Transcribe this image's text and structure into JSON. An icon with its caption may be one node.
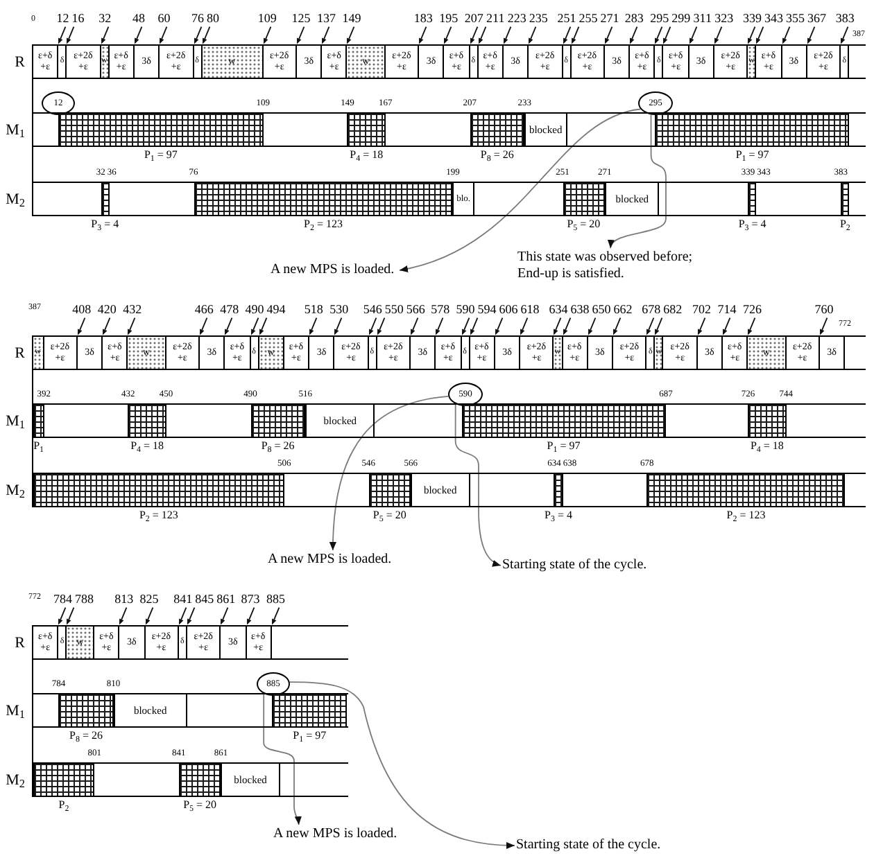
{
  "diagram": {
    "nodes": [
      {
        "text": [
          "R"
        ]
      },
      {
        "text": [
          "ε+δ +ε"
        ],
        "in": 0
      },
      {
        "text": [
          "δ"
        ],
        "in": 0
      },
      {
        "text": [
          "ε+2δ +ε"
        ],
        "in": 0
      },
      {
        "text": [
          "w"
        ],
        "in": 0
      },
      {
        "text": [
          "ε+δ +ε"
        ],
        "in": 0
      },
      {
        "text": [
          "3δ"
        ],
        "in": 0
      },
      {
        "text": [
          "ε+2δ +ε"
        ],
        "in": 0
      },
      {
        "text": [
          "δ"
        ],
        "in": 0
      },
      {
        "text": [
          "w"
        ],
        "in": 0
      },
      {
        "text": [
          "ε+2δ +ε"
        ],
        "in": 0
      },
      {
        "text": [
          "3δ"
        ],
        "in": 0
      },
      {
        "text": [
          "ε+δ +ε"
        ],
        "in": 0
      },
      {
        "text": [
          "w"
        ],
        "in": 0
      },
      {
        "text": [
          "ε+2δ +ε"
        ],
        "in": 0
      },
      {
        "text": [
          "3δ"
        ],
        "in": 0
      },
      {
        "text": [
          "ε+δ +ε"
        ],
        "in": 0
      },
      {
        "text": [
          "δ"
        ],
        "in": 0
      },
      {
        "text": [
          "ε+δ +ε"
        ],
        "in": 0
      },
      {
        "text": [
          "3δ"
        ],
        "in": 0
      },
      {
        "text": [
          "ε+2δ +ε"
        ],
        "in": 0
      },
      {
        "text": [
          "δ"
        ],
        "in": 0
      },
      {
        "text": [
          "ε+2δ +ε"
        ],
        "in": 0
      },
      {
        "text": [
          "3δ"
        ],
        "in": 0
      },
      {
        "text": [
          "ε+δ +ε"
        ],
        "in": 0
      },
      {
        "text": [
          "δ"
        ],
        "in": 0
      },
      {
        "text": [
          "ε+δ +ε"
        ],
        "in": 0
      },
      {
        "text": [
          "3δ"
        ],
        "in": 0
      },
      {
        "text": [
          "ε+2δ +ε"
        ],
        "in": 0
      },
      {
        "text": [
          "w"
        ],
        "in": 0
      },
      {
        "text": [
          "ε+δ +ε"
        ],
        "in": 0
      },
      {
        "text": [
          "3δ"
        ],
        "in": 0
      },
      {
        "text": [
          "ε+2δ +ε"
        ],
        "in": 0
      },
      {
        "text": [
          "δ"
        ],
        "in": 0
      },
      {
        "text": [
          "12"
        ]
      },
      {
        "text": [
          "295"
        ]
      },
      {
        "text": [
          "M$_{1}$"
        ]
      },
      {
        "text": [],
        "shape": "bar",
        "in": 36,
        "beside": [
          "P$_{1}$ = 97"
        ]
      },
      {
        "text": [],
        "shape": "bar",
        "in": 36,
        "beside": [
          "P$_{4}$ = 18"
        ]
      },
      {
        "text": [],
        "shape": "bar",
        "in": 36,
        "beside": [
          "P$_{8}$ = 26"
        ]
      },
      {
        "text": [
          "blocked"
        ],
        "in": 36
      },
      {
        "text": [],
        "shape": "bar",
        "in": 36,
        "beside": [
          "P$_{1}$ = 97"
        ]
      },
      {
        "text": [
          "M$_{2}$"
        ]
      },
      {
        "text": [],
        "shape": "bar",
        "in": 42,
        "beside": [
          "P$_{3}$ = 4"
        ]
      },
      {
        "text": [],
        "shape": "bar",
        "in": 42,
        "beside": [
          "P$_{2}$ = 123"
        ]
      },
      {
        "text": [
          "blo."
        ],
        "in": 42
      },
      {
        "text": [],
        "shape": "bar",
        "in": 42,
        "beside": [
          "P$_{5}$ = 20"
        ]
      },
      {
        "text": [
          "blocked"
        ],
        "in": 42
      },
      {
        "text": [],
        "shape": "bar",
        "in": 42,
        "beside": [
          "P$_{3}$ = 4"
        ]
      },
      {
        "text": [],
        "shape": "bar",
        "in": 42,
        "beside": [
          "P$_{2}$"
        ]
      },
      {
        "text": [
          "A new MPS is loaded."
        ]
      },
      {
        "text": [
          "This state was observed before; End-up is satisfied."
        ]
      },
      {
        "text": [
          "R"
        ]
      },
      {
        "text": [
          "w"
        ],
        "in": 52
      },
      {
        "text": [
          "ε+2δ +ε"
        ],
        "in": 52
      },
      {
        "text": [
          "3δ"
        ],
        "in": 52
      },
      {
        "text": [
          "ε+δ +ε"
        ],
        "in": 52
      },
      {
        "text": [
          "w"
        ],
        "in": 52
      },
      {
        "text": [
          "ε+2δ +ε"
        ],
        "in": 52
      },
      {
        "text": [
          "3δ"
        ],
        "in": 52
      },
      {
        "text": [
          "ε+δ +ε"
        ],
        "in": 52
      },
      {
        "text": [
          "δ"
        ],
        "in": 52
      },
      {
        "text": [
          "w"
        ],
        "in": 52
      },
      {
        "text": [
          "ε+δ +ε"
        ],
        "in": 52
      },
      {
        "text": [
          "3δ"
        ],
        "in": 52
      },
      {
        "text": [
          "ε+2δ +ε"
        ],
        "in": 52
      },
      {
        "text": [
          "δ"
        ],
        "in": 52
      },
      {
        "text": [
          "ε+2δ +ε"
        ],
        "in": 52
      },
      {
        "text": [
          "3δ"
        ],
        "in": 52
      },
      {
        "text": [
          "ε+δ +ε"
        ],
        "in": 52
      },
      {
        "text": [
          "δ"
        ],
        "in": 52
      },
      {
        "text": [
          "ε+δ +ε"
        ],
        "in": 52
      },
      {
        "text": [
          "3δ"
        ],
        "in": 52
      },
      {
        "text": [
          "ε+2δ +ε"
        ],
        "in": 52
      },
      {
        "text": [
          "w"
        ],
        "in": 52
      },
      {
        "text": [
          "ε+δ +ε"
        ],
        "in": 52
      },
      {
        "text": [
          "3δ"
        ],
        "in": 52
      },
      {
        "text": [
          "ε+2δ +ε"
        ],
        "in": 52
      },
      {
        "text": [
          "δ"
        ],
        "in": 52
      },
      {
        "text": [
          "w"
        ],
        "in": 52
      },
      {
        "text": [
          "ε+2δ +ε"
        ],
        "in": 52
      },
      {
        "text": [
          "3δ"
        ],
        "in": 52
      },
      {
        "text": [
          "ε+δ +ε"
        ],
        "in": 52
      },
      {
        "text": [
          "w"
        ],
        "in": 52
      },
      {
        "text": [
          "ε+2δ +ε"
        ],
        "in": 52
      },
      {
        "text": [
          "3δ"
        ],
        "in": 52
      },
      {
        "text": [
          "590"
        ]
      },
      {
        "text": [
          "M$_{1}$"
        ]
      },
      {
        "text": [],
        "shape": "bar",
        "in": 87,
        "beside": [
          "P$_{1}$"
        ]
      },
      {
        "text": [],
        "shape": "bar",
        "in": 87,
        "beside": [
          "P$_{4}$ = 18"
        ]
      },
      {
        "text": [],
        "shape": "bar",
        "in": 87,
        "beside": [
          "P$_{8}$ = 26"
        ]
      },
      {
        "text": [
          "blocked"
        ],
        "in": 87
      },
      {
        "text": [],
        "shape": "bar",
        "in": 87,
        "beside": [
          "P$_{1}$ = 97"
        ]
      },
      {
        "text": [],
        "shape": "bar",
        "in": 87,
        "beside": [
          "P$_{4}$ = 18"
        ]
      },
      {
        "text": [
          "M$_{2}$"
        ]
      },
      {
        "text": [],
        "shape": "bar",
        "in": 94,
        "beside": [
          "P$_{2}$ = 123"
        ]
      },
      {
        "text": [],
        "shape": "bar",
        "in": 94,
        "beside": [
          "P$_{5}$ = 20"
        ]
      },
      {
        "text": [
          "blocked"
        ],
        "in": 94
      },
      {
        "text": [],
        "shape": "bar",
        "in": 94,
        "beside": [
          "P$_{3}$ = 4"
        ]
      },
      {
        "text": [],
        "shape": "bar",
        "in": 94,
        "beside": [
          "P$_{2}$ = 123"
        ]
      },
      {
        "text": [
          "A new MPS is loaded."
        ]
      },
      {
        "text": [
          "Starting state of the cycle."
        ]
      },
      {
        "text": [
          "R"
        ]
      },
      {
        "text": [
          "ε+δ +ε"
        ],
        "in": 102
      },
      {
        "text": [
          "δ"
        ],
        "in": 102
      },
      {
        "text": [
          "w"
        ],
        "in": 102
      },
      {
        "text": [
          "ε+δ +ε"
        ],
        "in": 102
      },
      {
        "text": [
          "3δ"
        ],
        "in": 102
      },
      {
        "text": [
          "ε+2δ +ε"
        ],
        "in": 102
      },
      {
        "text": [
          "δ"
        ],
        "in": 102
      },
      {
        "text": [
          "ε+2δ +ε"
        ],
        "in": 102
      },
      {
        "text": [
          "3δ"
        ],
        "in": 102
      },
      {
        "text": [
          "ε+δ +ε"
        ],
        "in": 102
      },
      {
        "text": [
          "885"
        ]
      },
      {
        "text": [
          "M$_{1}$"
        ]
      },
      {
        "text": [],
        "shape": "bar",
        "in": 114,
        "beside": [
          "P$_{8}$ = 26"
        ]
      },
      {
        "text": [
          "blocked"
        ],
        "in": 114
      },
      {
        "text": [],
        "shape": "bar",
        "in": 114,
        "beside": [
          "P$_{1}$ = 97"
        ]
      },
      {
        "text": [
          "M$_{2}$"
        ]
      },
      {
        "text": [],
        "shape": "bar",
        "in": 118,
        "beside": [
          "P$_{2}$"
        ]
      },
      {
        "text": [],
        "shape": "bar",
        "in": 118,
        "beside": [
          "P$_{5}$ = 20"
        ]
      },
      {
        "text": [
          "blocked"
        ],
        "in": 118
      },
      {
        "text": [
          "A new MPS is loaded."
        ]
      },
      {
        "text": [
          "Starting state of the cycle."
        ]
      }
    ],
    "edges": [
      {
        "from": 35,
        "to": 50,
        "arrow": "to"
      },
      {
        "from": 35,
        "to": 51,
        "arrow": "to"
      },
      {
        "from": 86,
        "to": 100,
        "arrow": "to"
      },
      {
        "from": 86,
        "to": 101,
        "arrow": "to"
      },
      {
        "from": 113,
        "to": 122,
        "arrow": "to"
      },
      {
        "from": 113,
        "to": 123,
        "arrow": "to"
      }
    ],
    "labels": [
      "0",
      "12",
      "16",
      "32",
      "48",
      "60",
      "76",
      "80",
      "109",
      "125",
      "137",
      "149",
      "183",
      "195",
      "207",
      "211",
      "223",
      "235",
      "251",
      "255",
      "271",
      "283",
      "295",
      "299",
      "311",
      "323",
      "339",
      "343",
      "355",
      "367",
      "383",
      "387",
      "109",
      "149",
      "167",
      "207",
      "233",
      "32",
      "36",
      "76",
      "199",
      "251",
      "271",
      "339",
      "343",
      "383",
      "387",
      "408",
      "420",
      "432",
      "466",
      "478",
      "490",
      "494",
      "518",
      "530",
      "546",
      "550",
      "566",
      "578",
      "590",
      "594",
      "606",
      "618",
      "634",
      "638",
      "650",
      "662",
      "678",
      "682",
      "702",
      "714",
      "726",
      "760",
      "772",
      "392",
      "432",
      "450",
      "490",
      "516",
      "687",
      "726",
      "744",
      "506",
      "546",
      "566",
      "634",
      "638",
      "678",
      "772",
      "784",
      "788",
      "813",
      "825",
      "841",
      "845",
      "861",
      "873",
      "885",
      "784",
      "810",
      "801",
      "841",
      "861"
    ]
  }
}
